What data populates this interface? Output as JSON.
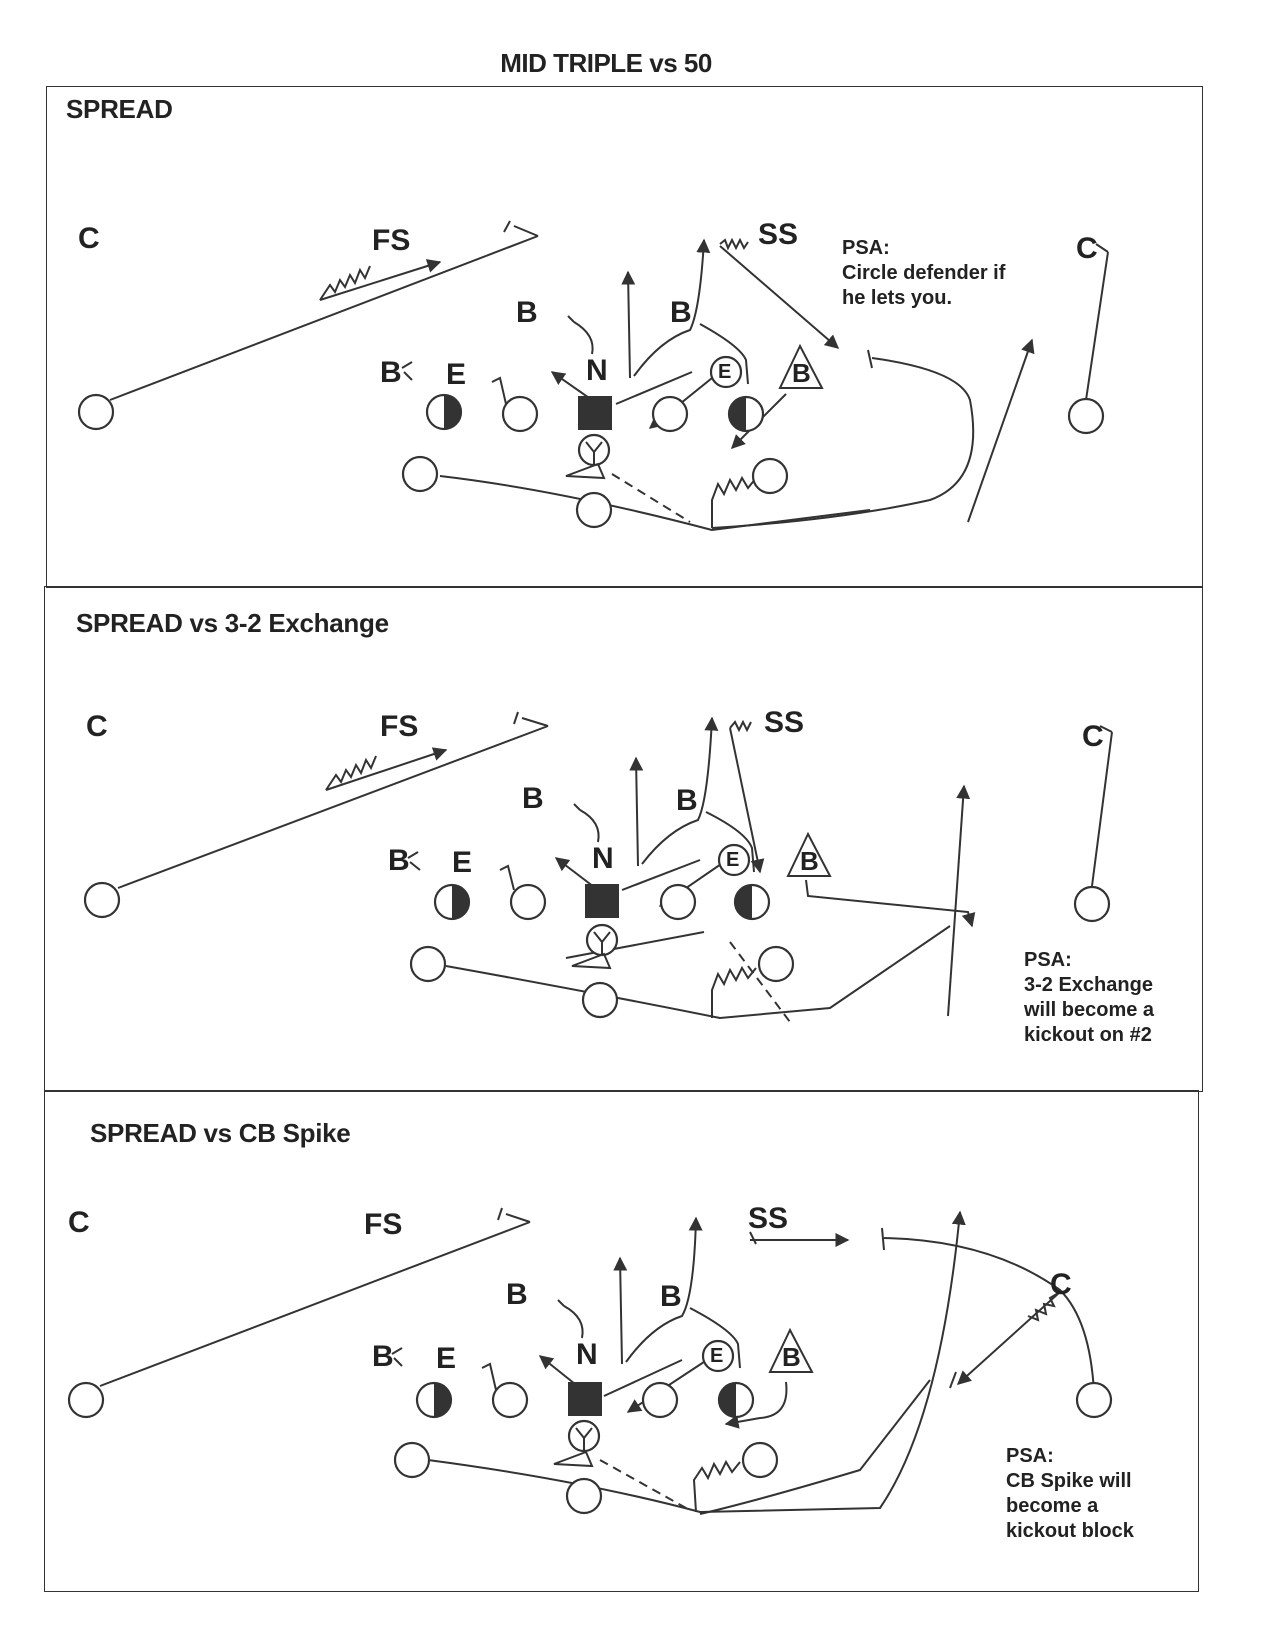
{
  "title": "MID TRIPLE vs 50",
  "panels": [
    {
      "title": "SPREAD",
      "defenders": {
        "c_left": "C",
        "fs": "FS",
        "ss": "SS",
        "c_right": "C",
        "b_left_mid": "B",
        "b_right_mid": "B",
        "b_left": "B",
        "e_left": "E",
        "n": "N",
        "e_circle": "E",
        "b_triangle": "B"
      },
      "note": [
        "PSA:",
        "Circle defender if",
        "he lets you."
      ]
    },
    {
      "title": "SPREAD vs 3-2 Exchange",
      "defenders": {
        "c_left": "C",
        "fs": "FS",
        "ss": "SS",
        "c_right": "C",
        "b_left_mid": "B",
        "b_right_mid": "B",
        "b_left": "B",
        "e_left": "E",
        "n": "N",
        "e_circle": "E",
        "b_triangle": "B"
      },
      "note": [
        "PSA:",
        "3-2 Exchange",
        "will become a",
        "kickout on #2"
      ]
    },
    {
      "title": "SPREAD vs CB Spike",
      "defenders": {
        "c_left": "C",
        "fs": "FS",
        "ss": "SS",
        "c_right": "C",
        "b_left_mid": "B",
        "b_right_mid": "B",
        "b_left": "B",
        "e_left": "E",
        "n": "N",
        "e_circle": "E",
        "b_triangle": "B"
      },
      "note": [
        "PSA:",
        "CB Spike will",
        "become a",
        "kickout block"
      ]
    }
  ]
}
